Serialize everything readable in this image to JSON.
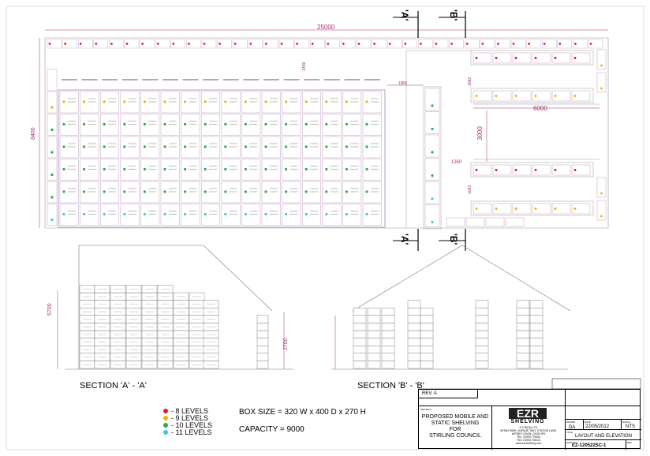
{
  "dimensions": {
    "overall_width": "25000",
    "overall_height": "8400",
    "gap_top": "1806",
    "label_1499": "1499",
    "right_width": "6000",
    "right_height": "3000",
    "right_gap": "1092",
    "right_gap2": "1092",
    "mid_gap": "1350",
    "section_a_height": "5700",
    "section_a_height2": "2700"
  },
  "section_markers": {
    "a": "'A'",
    "b": "'B'"
  },
  "sections": {
    "a_title": "SECTION 'A' - 'A'",
    "b_title": "SECTION 'B' - 'B'"
  },
  "legend": [
    {
      "label": "- 8 LEVELS",
      "color": "#e02020"
    },
    {
      "label": "- 9 LEVELS",
      "color": "#f0b400"
    },
    {
      "label": "- 10 LEVELS",
      "color": "#2ea84a"
    },
    {
      "label": "- 11 LEVELS",
      "color": "#40c8d8"
    }
  ],
  "specs": {
    "box_size": "BOX SIZE = 320 W x 400 D x 270 H",
    "capacity": "CAPACITY = 9000"
  },
  "title_block": {
    "rev": "REV. A",
    "project_label": "PROJECT",
    "project_lines": [
      "PROPOSED MOBILE AND",
      "STATIC SHELVING",
      "FOR",
      "STIRLING COUNCIL"
    ],
    "logo_top": "EZR",
    "logo_bottom": "SHELVING",
    "company": "E.Z.R(UK) LTD",
    "address_lines": [
      "WITAN PARK, AVENUE TWO, STATION LANE,",
      "WITNEY, OXON. OX28 4FH",
      "TEL: 01993 779494",
      "FAX: 01993 706111",
      "www.ezrshelving.com"
    ],
    "drawn_label": "DRAWN",
    "drawn": "DA",
    "date_label": "DATE",
    "date": "22/05/2012",
    "scale_label": "SCALE",
    "scale": "NTS",
    "title_label": "TITLE",
    "title": "LAYOUT AND ELEVATION",
    "dwg_label": "DWG. No.",
    "dwg": "EZ-120522SC-1",
    "rev_label": "REV"
  }
}
